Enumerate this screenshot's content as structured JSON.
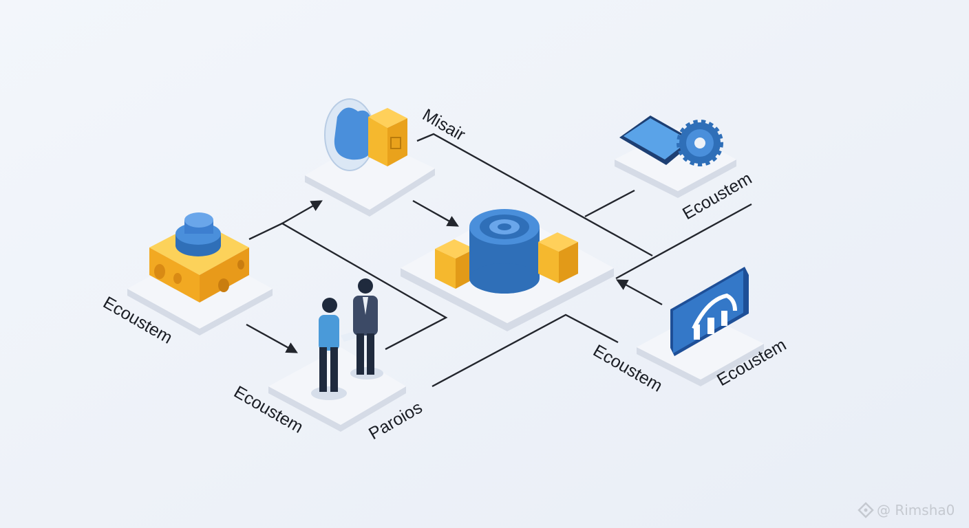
{
  "diagram": {
    "nodes": [
      {
        "id": "cheese-block",
        "label": "Ecoustem"
      },
      {
        "id": "shield-cube",
        "label": "Misair"
      },
      {
        "id": "central-gear",
        "label": ""
      },
      {
        "id": "tablet-gear",
        "label": "Ecoustem"
      },
      {
        "id": "people",
        "label": "Ecoustem",
        "secondary_label": "Paroios"
      },
      {
        "id": "team-app",
        "label": "Ecoustem",
        "secondary_label": "Ecoustem"
      }
    ],
    "colors": {
      "background": "#eef2f8",
      "blue": "#3d7fd0",
      "yellow": "#f5b82e",
      "line": "#23262d"
    }
  },
  "watermark": "@ Rimsha0"
}
